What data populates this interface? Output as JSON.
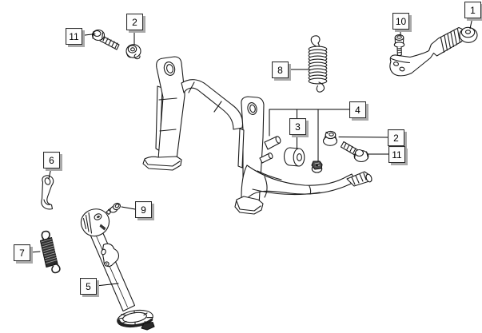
{
  "diagram": {
    "type": "exploded-parts-diagram",
    "subject": "center-stand-and-side-stand-assembly",
    "background_color": "#ffffff",
    "line_color": "#1c1c1c",
    "callout_box": {
      "bg": "#fdfdfd",
      "border": "#2b2b2b",
      "shadow": "#a9a9a9",
      "text": "#000000"
    }
  },
  "callouts": [
    {
      "label": "11",
      "part": "flanged-hex-bolt"
    },
    {
      "label": "2",
      "part": "pivot-nut"
    },
    {
      "label": "10",
      "part": "lever-screw"
    },
    {
      "label": "1",
      "part": "stand-lever"
    },
    {
      "label": "8",
      "part": "center-stand-spring"
    },
    {
      "label": "4",
      "part": "stud-and-nut-set"
    },
    {
      "label": "3",
      "part": "spring-roller"
    },
    {
      "label": "2",
      "part": "spacer-bushing"
    },
    {
      "label": "11",
      "part": "flanged-hex-bolt"
    },
    {
      "label": "6",
      "part": "link-plate"
    },
    {
      "label": "9",
      "part": "side-stand-pivot-bolt"
    },
    {
      "label": "7",
      "part": "side-stand-spring"
    },
    {
      "label": "5",
      "part": "side-stand"
    }
  ]
}
